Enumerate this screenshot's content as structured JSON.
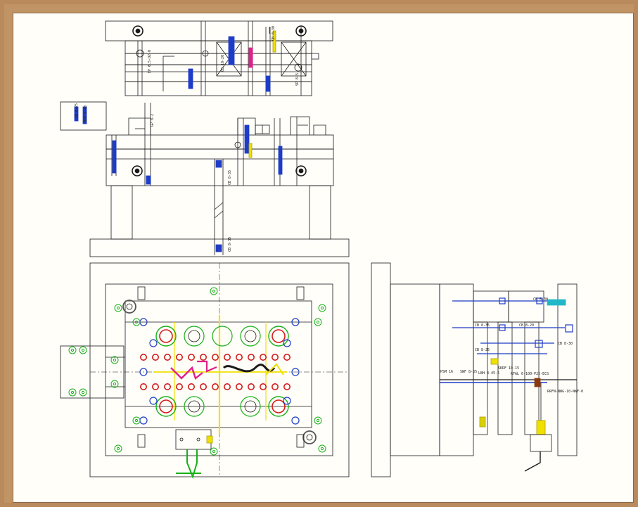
{
  "colors": {
    "frame": "#c19466",
    "paper": "#fffef9",
    "line": "#1a1a1a",
    "green": "#18b018",
    "red": "#d21c1c",
    "blue": "#1e3cc8",
    "yellow": "#f0e000",
    "magenta": "#e0208a",
    "cyan": "#20b8c8",
    "brown": "#8b3a10"
  },
  "labels": {
    "ej_pin": "EP 0.5-D2-0",
    "cb_top": "CB 8-30",
    "cb_mid": "CB 10-20",
    "sp": "SP 8-5",
    "cb_plate": "CB 8-35",
    "cb_left": "CB 8-25",
    "mcp": "MCP 8-40",
    "gp": "GP 8-2",
    "cb_vert": "CB 8-35",
    "side_cb_a": "CB 8-30",
    "side_cb_b": "CB 8-35",
    "side_cb_c": "CB 8-20",
    "side_cb_d": "CB 8-30",
    "side_cb_e": "CB 8-25",
    "side_rod1": "SKRF 10-15",
    "side_rod2": "RFAL 6-100-P25-ECS",
    "side_ps": "PSM 16",
    "side_sw": "SWF 8-35",
    "side_lbh": "LBH 8-45-5",
    "side_nozzle": "RRFN-NWG-10-NWF-0"
  }
}
